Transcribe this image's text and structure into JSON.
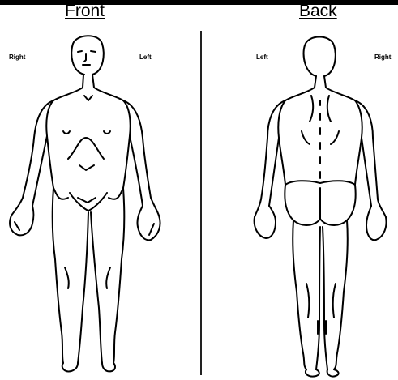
{
  "front": {
    "title": "Front",
    "label_left_side": "Right",
    "label_right_side": "Left"
  },
  "back": {
    "title": "Back",
    "label_left_side": "Left",
    "label_right_side": "Right"
  }
}
